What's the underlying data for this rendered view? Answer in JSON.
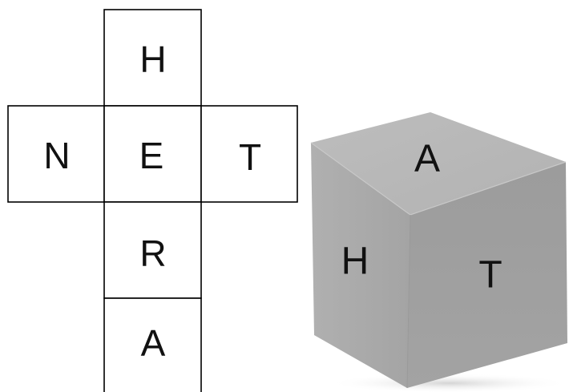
{
  "net": {
    "faces": [
      {
        "id": "top",
        "letter": "H"
      },
      {
        "id": "left",
        "letter": "N"
      },
      {
        "id": "center",
        "letter": "E"
      },
      {
        "id": "right",
        "letter": "T"
      },
      {
        "id": "below-center",
        "letter": "R"
      },
      {
        "id": "bottom",
        "letter": "A"
      }
    ]
  },
  "cube": {
    "top_face": "A",
    "left_face": "H",
    "right_face": "T",
    "color": "#a8a8a8"
  }
}
